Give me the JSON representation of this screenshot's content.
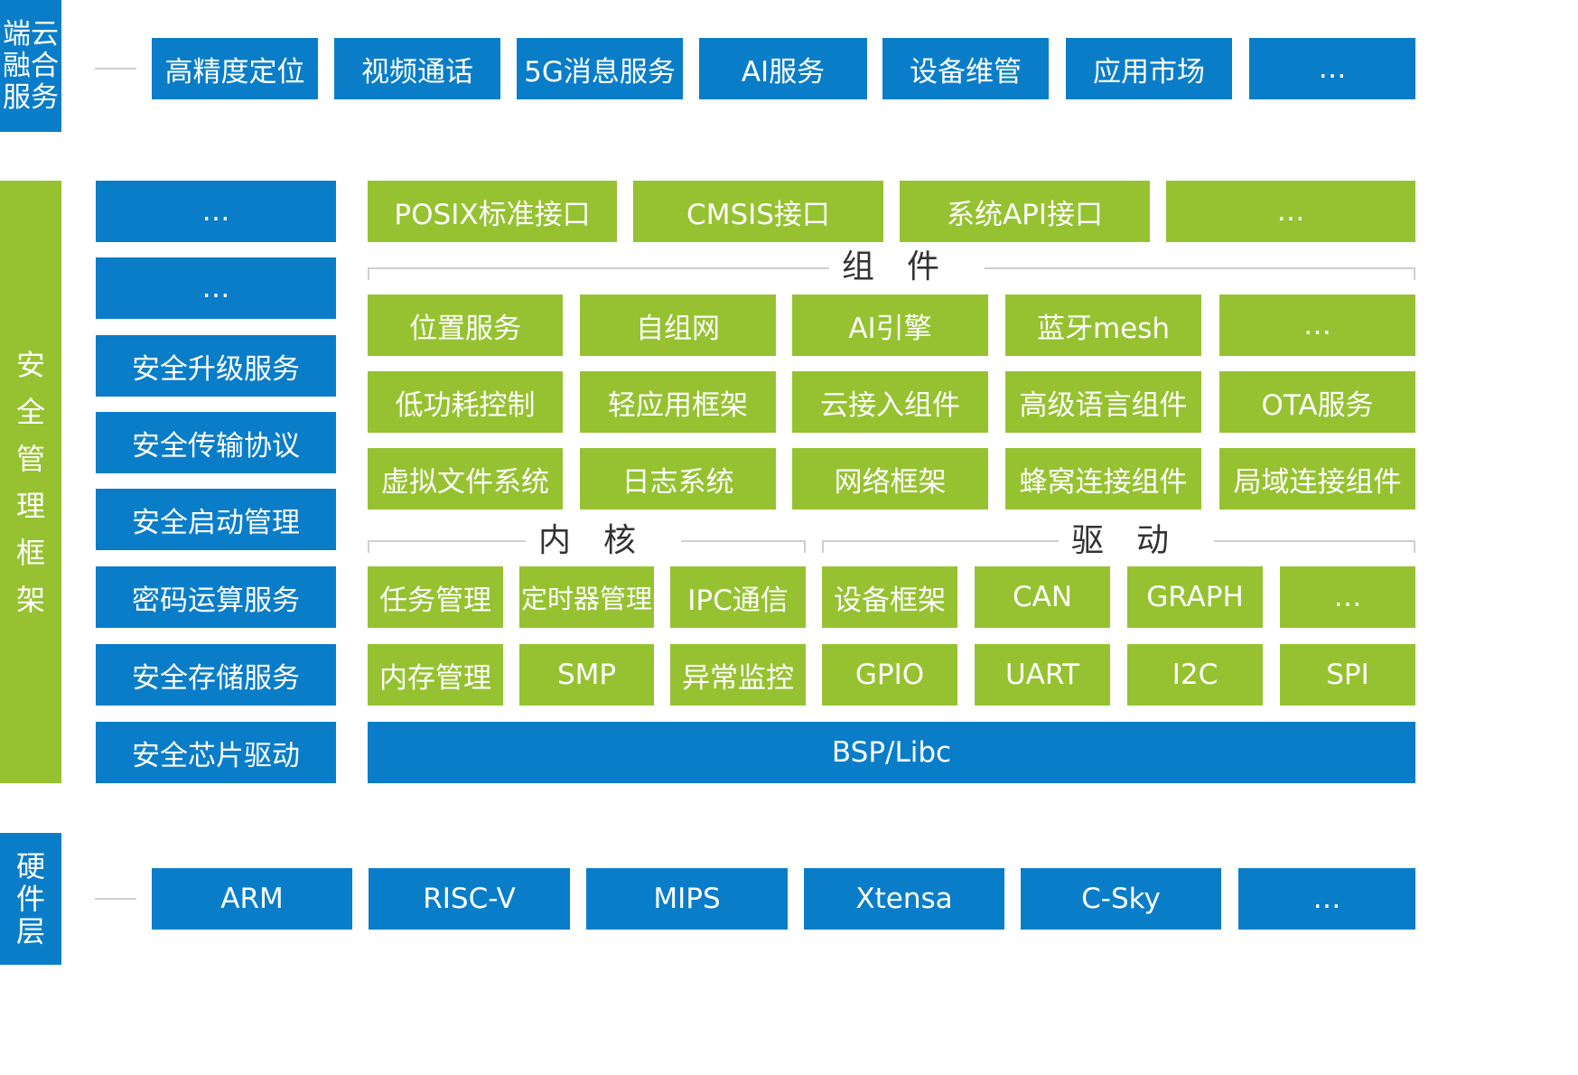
{
  "cloud": {
    "label": "端云融合服务",
    "items": [
      "高精度定位",
      "视频通话",
      "5G消息服务",
      "AI服务",
      "设备维管",
      "应用市场",
      "…"
    ]
  },
  "security": {
    "label": "安全管理框架",
    "items": [
      "…",
      "…",
      "安全升级服务",
      "安全传输协议",
      "安全启动管理",
      "密码运算服务",
      "安全存储服务",
      "安全芯片驱动"
    ]
  },
  "interfaces": [
    "POSIX标准接口",
    "CMSIS接口",
    "系统API接口",
    "…"
  ],
  "components": {
    "title": "组件",
    "rows": [
      [
        "位置服务",
        "自组网",
        "AI引擎",
        "蓝牙mesh",
        "…"
      ],
      [
        "低功耗控制",
        "轻应用框架",
        "云接入组件",
        "高级语言组件",
        "OTA服务"
      ],
      [
        "虚拟文件系统",
        "日志系统",
        "网络框架",
        "蜂窝连接组件",
        "局域连接组件"
      ]
    ]
  },
  "kernel": {
    "title": "内核",
    "rows": [
      [
        "任务管理",
        "定时器管理",
        "IPC通信"
      ],
      [
        "内存管理",
        "SMP",
        "异常监控"
      ]
    ]
  },
  "drivers": {
    "title": "驱动",
    "rows": [
      [
        "设备框架",
        "CAN",
        "GRAPH",
        "…"
      ],
      [
        "GPIO",
        "UART",
        "I2C",
        "SPI"
      ]
    ]
  },
  "bsp": "BSP/Libc",
  "hardware": {
    "label": "硬件层",
    "items": [
      "ARM",
      "RISC-V",
      "MIPS",
      "Xtensa",
      "C-Sky",
      "…"
    ]
  },
  "colors": {
    "blue": "#0a7dc9",
    "green": "#96c231",
    "line": "#cfcfcf"
  }
}
